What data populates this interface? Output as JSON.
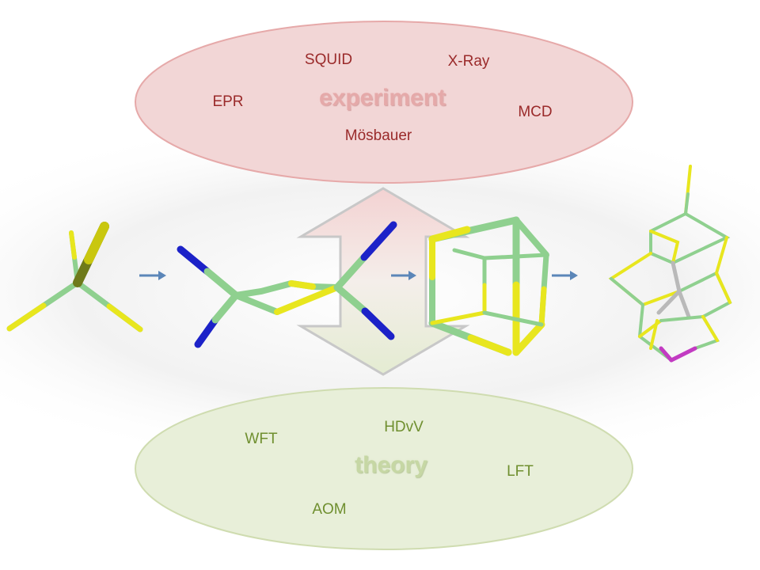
{
  "experiment": {
    "title": "experiment",
    "methods": [
      "SQUID",
      "X-Ray",
      "EPR",
      "MCD",
      "Mösbauer"
    ],
    "colors": {
      "fill": "#f2d6d6",
      "stroke": "#e6a9a9",
      "text": "#9a2a2a"
    }
  },
  "theory": {
    "title": "theory",
    "methods": [
      "HDvV",
      "WFT",
      "LFT",
      "AOM"
    ],
    "colors": {
      "fill": "#e8efd9",
      "stroke": "#cfdcb0",
      "text": "#6f8f2f"
    }
  },
  "atom_colors": {
    "iron": "#8fd08f",
    "sulfur": "#e8e61e",
    "nitrogen": "#1c22c8",
    "metal_center": "#b9b9b9",
    "magenta": "#c23bc2"
  },
  "arrow_color": "#5b86b8"
}
